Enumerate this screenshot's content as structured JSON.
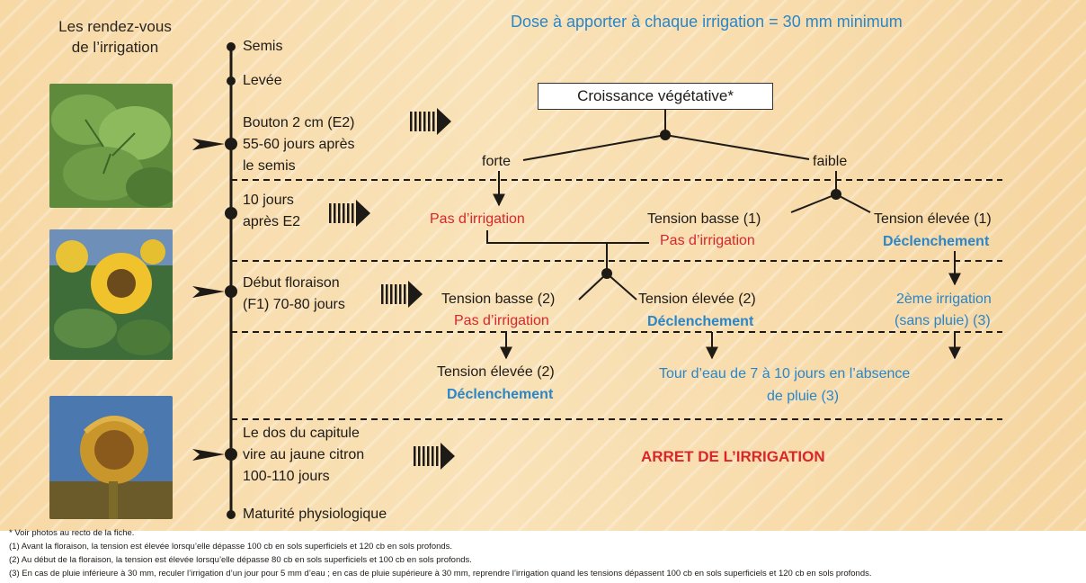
{
  "title": "Les rendez-vous\nde l’irrigation",
  "dose": "Dose à apporter à chaque irrigation = 30 mm minimum",
  "croissance": "Croissance végétative*",
  "timeline": {
    "semis": "Semis",
    "levee": "Levée",
    "bouton_1": "Bouton 2 cm (E2)",
    "bouton_2": "55-60 jours après",
    "bouton_3": "le semis",
    "dix_1": "10 jours",
    "dix_2": "après E2",
    "floraison_1": "Début floraison",
    "floraison_2": "(F1) 70-80 jours",
    "dos_1": "Le dos du capitule",
    "dos_2": "vire au jaune citron",
    "dos_3": "100-110 jours",
    "maturite": "Maturité physiologique"
  },
  "tree": {
    "forte": "forte",
    "faible": "faible",
    "pas_irrigation": "Pas d’irrigation",
    "tension_basse_1": "Tension basse (1)",
    "tension_elevee_1": "Tension élevée (1)",
    "declenchement": "Déclenchement",
    "tension_basse_2": "Tension basse (2)",
    "tension_elevee_2": "Tension élevée (2)",
    "deuxieme_irrigation_1": "2ème irrigation",
    "deuxieme_irrigation_2": "(sans pluie) (3)",
    "tour_eau_1": "Tour d’eau de 7 à 10 jours en l’absence",
    "tour_eau_2": "de pluie (3)",
    "arret": "ARRET DE L’IRRIGATION"
  },
  "footnotes": {
    "star": "* Voir photos au recto de la fiche.",
    "n1": "(1) Avant la floraison, la tension est élevée lorsqu’elle dépasse 100 cb en sols superficiels et 120 cb en sols profonds.",
    "n2": "(2) Au début de la floraison, la tension est élevée lorsqu’elle dépasse 80 cb en sols superficiels et 100 cb en sols profonds.",
    "n3": "(3) En cas de pluie inférieure à 30 mm, reculer l’irrigation d’un jour pour 5 mm d’eau ; en cas de pluie supérieure à 30 mm, reprendre l’irrigation quand les tensions dépassent 100 cb en sols superficiels et 120 cb en sols profonds."
  },
  "colors": {
    "red": "#d8262b",
    "blue": "#2a86c8",
    "dark": "#1e1a16",
    "background": "#f8dcab"
  },
  "icons": [
    "striped-arrow-icon",
    "pointer-arrow-icon",
    "timeline-dot-icon"
  ]
}
